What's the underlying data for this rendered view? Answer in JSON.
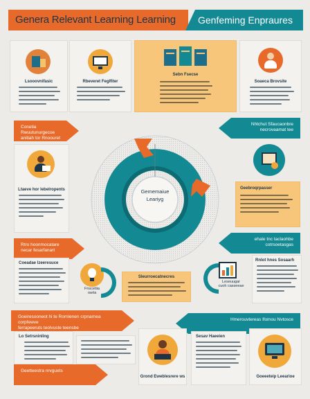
{
  "header": {
    "left_title": "Genera Relevant Learning Learning",
    "right_title": "Genfeming Enpraures"
  },
  "top_panels": [
    {
      "title": "Lsooovnifasic"
    },
    {
      "title": "Rbeveret Feglfiter"
    },
    {
      "title": "Sebn Fsecse"
    },
    {
      "title": "Soaeca Brovsite"
    }
  ],
  "arrows": {
    "left_1": "Conetia Rwuutunurgecoe\nanitiah tor Rnoouret",
    "right_1": "Nhtchut Sfaucaonbre\nnecrovaamat tee",
    "left_2": "Rtro hoonmocatare\nnecar fesarfanart",
    "right_2": "ehale tnc taclaohbe\ncotrsoetasgas",
    "left_3": "Goeiresooneot hi te Rornlenen crpnarnea corpfewve\nferrapeeruts teolvuste teensbe",
    "right_3": "Hmerouvtereas lfomou Nvtosce",
    "left_4": "Geetteestra nrvguets"
  },
  "center": {
    "label_line1": "Gememaiue",
    "label_line2": "Leariyg"
  },
  "side_panels": {
    "left_1_title": "Ltaeve hor lebelropents",
    "right_1_title": "Geebroqrpasser",
    "left_2_title": "Coeadae lzeeresuce",
    "left_2_icon_caption": "Fnscetiia\nraeta",
    "mid_box_title": "Sleurroecatnecres",
    "right_2_title": "Rnlot hnes Sosaarh",
    "right_2_icon_caption": "Leseuugar\ncuoh casseeae"
  },
  "bottom_panels": [
    {
      "title": "Lo Setrsninling"
    },
    {
      "title": "Grond Eweblesrere ws"
    },
    {
      "title": "Sesav Haeeien"
    },
    {
      "title": "Goeeeteip Leearioe"
    }
  ]
}
